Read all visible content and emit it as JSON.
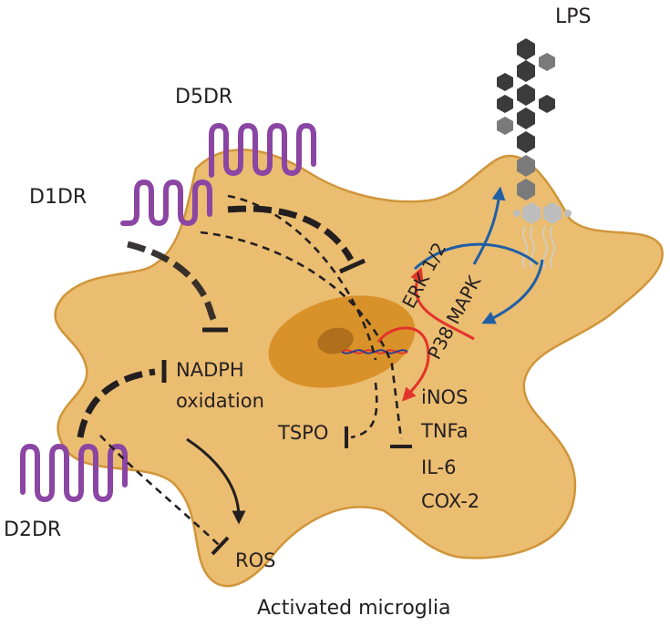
{
  "labels": {
    "lps": "LPS",
    "d5dr": "D5DR",
    "d1dr": "D1DR",
    "d2dr": "D2DR",
    "erk": "ERK 1/2",
    "p38": "P38 MAPK",
    "nadph_line1": "NADPH",
    "nadph_line2": "oxidation",
    "tspo": "TSPO",
    "ros": "ROS",
    "inos": "iNOS",
    "tnfa": "TNFa",
    "il6": "IL-6",
    "cox2": "COX-2",
    "caption": "Activated microglia"
  },
  "colors": {
    "cell_fill": "#ebbd71",
    "cell_outline": "#d0953a",
    "nucleus": "#d9922a",
    "nucleolus": "#b06f1a",
    "receptor": "#8b45a3",
    "inhibition": "#231f20",
    "activation_red": "#e2342a",
    "activation_blue": "#1f5fa6",
    "lps_dark": "#3b3b3b",
    "lps_mid": "#7a7a7a",
    "lps_light": "#bdbdbd"
  }
}
